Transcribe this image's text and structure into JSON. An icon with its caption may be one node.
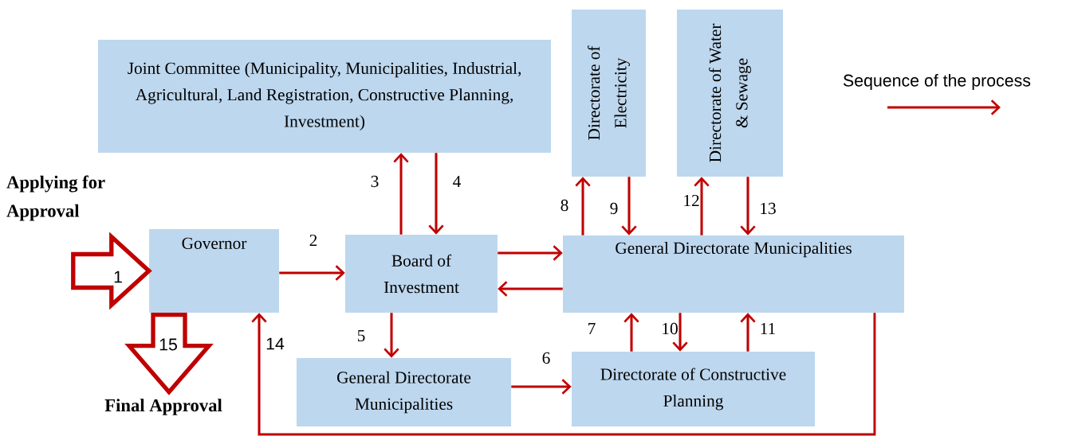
{
  "diagram": {
    "nodes": [
      {
        "text": [
          "Joint Committee (Municipality, Municipalities, Industrial, Agricultural, Land Registration, Constructive Planning, Investment)"
        ]
      },
      {
        "text": [
          "Directorate of Electricity"
        ]
      },
      {
        "text": [
          "Directorate of Water & Sewage"
        ]
      },
      {
        "text": [
          "Governor"
        ]
      },
      {
        "text": [
          "Board of Investment"
        ]
      },
      {
        "text": [
          "General Directorate Municipalities"
        ]
      },
      {
        "text": [
          "General Directorate Municipalities"
        ]
      },
      {
        "text": [
          "Directorate of Constructive Planning"
        ]
      },
      {
        "text": [
          "Applying for Approval"
        ]
      },
      {
        "text": [
          "Final Approval"
        ]
      }
    ],
    "edges": [
      {
        "from": 8,
        "to": 3,
        "arrow": "to",
        "label": "1",
        "style": "thick"
      },
      {
        "from": 3,
        "to": 4,
        "arrow": "to",
        "label": "2"
      },
      {
        "from": 4,
        "to": 0,
        "arrow": "to",
        "label": "3"
      },
      {
        "from": 0,
        "to": 4,
        "arrow": "to",
        "label": "4"
      },
      {
        "from": 4,
        "to": 6,
        "arrow": "to",
        "label": "5"
      },
      {
        "from": 6,
        "to": 7,
        "arrow": "to",
        "label": "6"
      },
      {
        "from": 7,
        "to": 5,
        "arrow": "to",
        "label": "7"
      },
      {
        "from": 5,
        "to": 1,
        "arrow": "to",
        "label": "8"
      },
      {
        "from": 1,
        "to": 5,
        "arrow": "to",
        "label": "9"
      },
      {
        "from": 5,
        "to": 7,
        "arrow": "to",
        "label": "10"
      },
      {
        "from": 7,
        "to": 5,
        "arrow": "to",
        "label": "11"
      },
      {
        "from": 5,
        "to": 2,
        "arrow": "to",
        "label": "12"
      },
      {
        "from": 2,
        "to": 5,
        "arrow": "to",
        "label": "13"
      },
      {
        "from": 5,
        "to": 3,
        "arrow": "to",
        "label": "14"
      },
      {
        "from": 3,
        "to": 9,
        "arrow": "to",
        "label": "15",
        "style": "thick"
      },
      {
        "from": 4,
        "to": 5,
        "arrow": "to"
      },
      {
        "from": 5,
        "to": 4,
        "arrow": "to"
      }
    ],
    "legend": [
      {
        "text": "Sequence of the process"
      }
    ]
  }
}
